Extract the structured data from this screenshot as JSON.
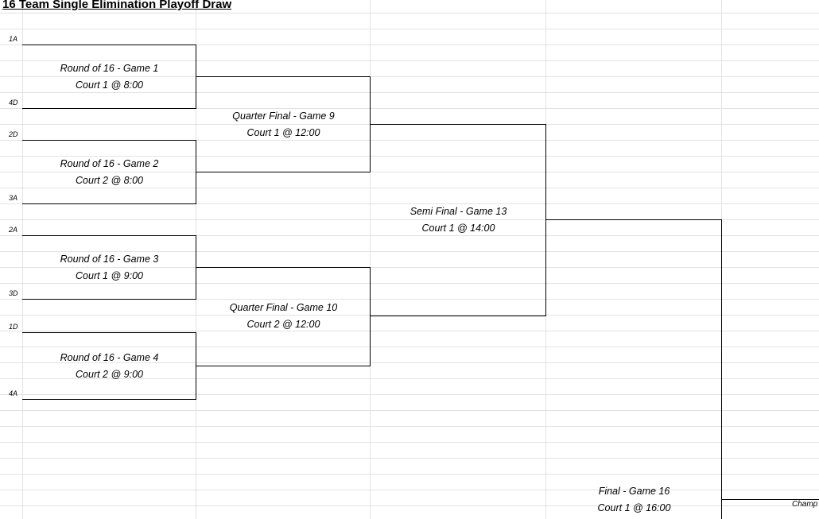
{
  "sheet": {
    "title": "16 Team Single Elimination Playoff Draw"
  },
  "seeds": [
    "1A",
    "4D",
    "2D",
    "3A",
    "2A",
    "3D",
    "1D",
    "4A"
  ],
  "games": {
    "r16_g1": {
      "name": "Round of 16 - Game 1",
      "court": "Court 1 @ 8:00"
    },
    "r16_g2": {
      "name": "Round of 16 - Game 2",
      "court": "Court 2 @ 8:00"
    },
    "r16_g3": {
      "name": "Round of 16 - Game 3",
      "court": "Court 1 @ 9:00"
    },
    "r16_g4": {
      "name": "Round of 16 - Game 4",
      "court": "Court 2 @ 9:00"
    },
    "qf_g9": {
      "name": "Quarter Final - Game 9",
      "court": "Court 1 @ 12:00"
    },
    "qf_g10": {
      "name": "Quarter Final - Game 10",
      "court": "Court 2 @ 12:00"
    },
    "sf_g13": {
      "name": "Semi Final - Game 13",
      "court": "Court 1 @ 14:00"
    },
    "final_g16": {
      "name": "Final - Game 16",
      "court": "Court 1 @ 16:00"
    }
  },
  "champion_label": "Champ"
}
